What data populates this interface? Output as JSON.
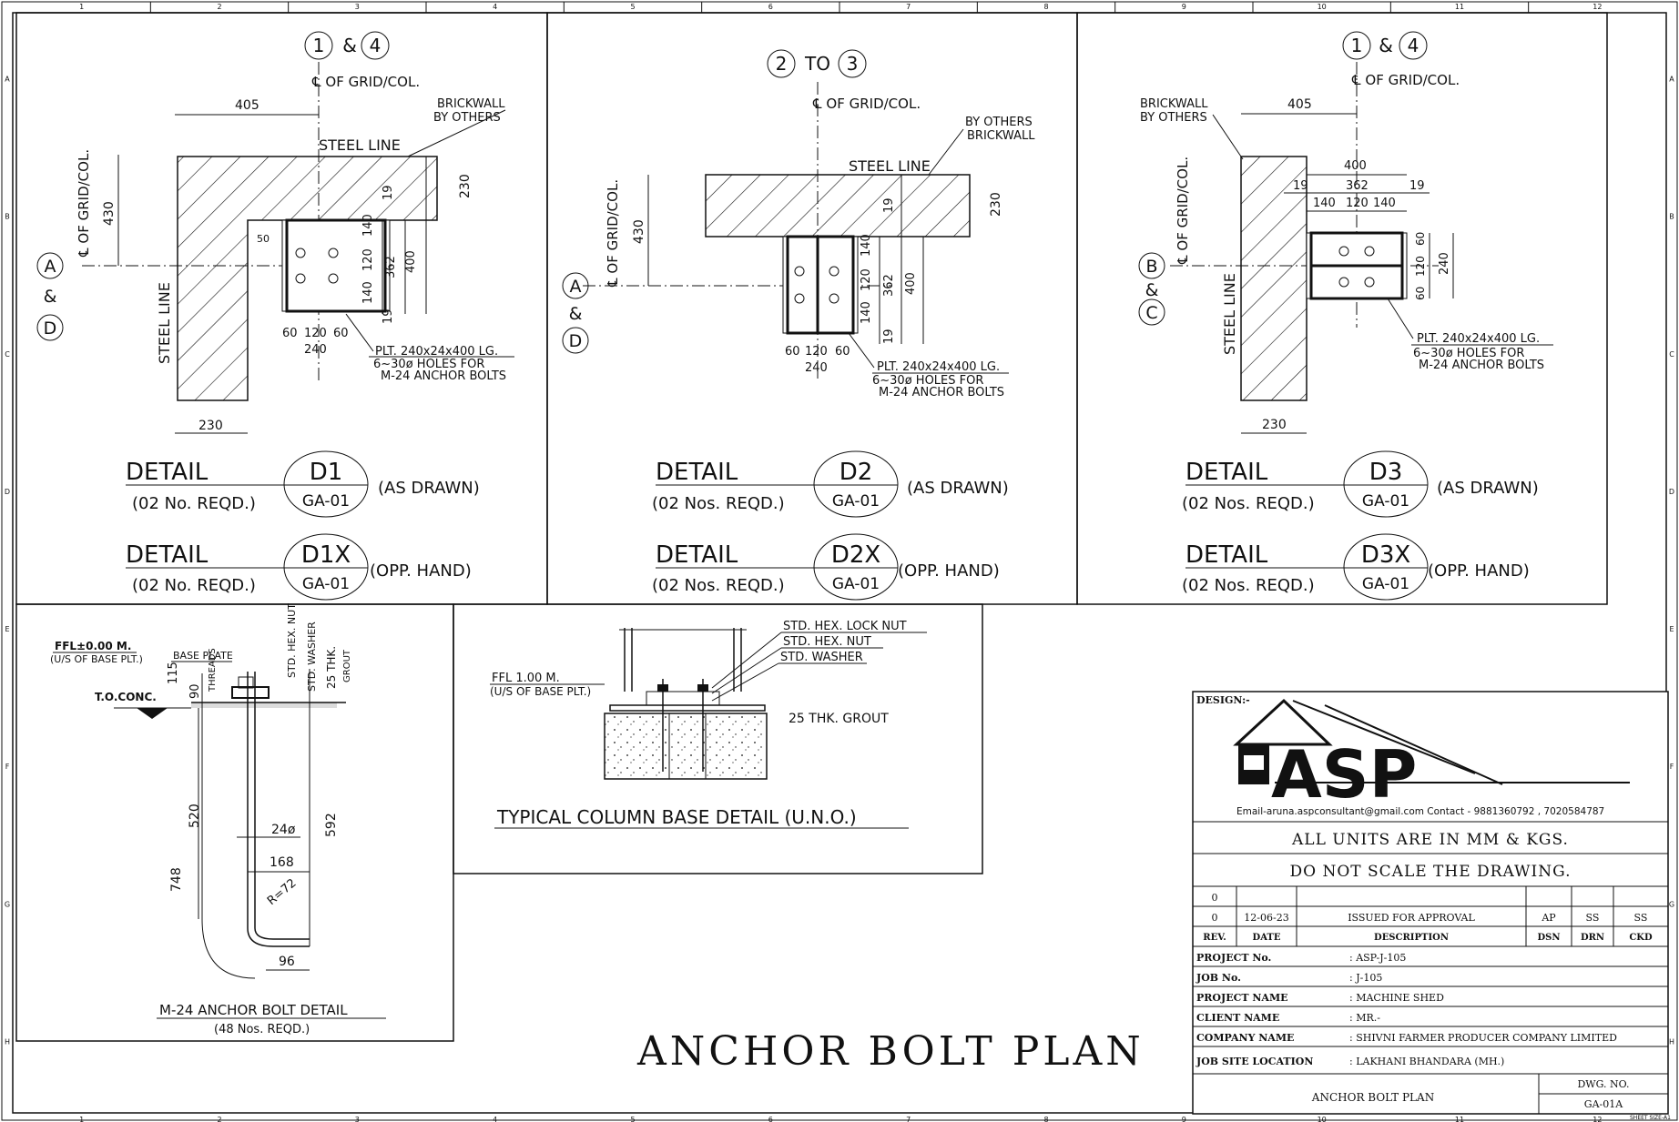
{
  "border": {
    "col_numbers": [
      "1",
      "2",
      "3",
      "4",
      "5",
      "6",
      "7",
      "8",
      "9",
      "10",
      "11",
      "12"
    ],
    "row_letters": [
      "A",
      "B",
      "C",
      "D",
      "E",
      "F",
      "G",
      "H"
    ],
    "sheet_size": "SHEET SIZE-A1"
  },
  "details": [
    {
      "grid_top_a": "1",
      "grid_top_join": "&",
      "grid_top_b": "4",
      "grid_col_label": "℄ OF GRID/COL.",
      "grid_row_label": "℄ OF GRID/COL.",
      "grid_side_a": "A",
      "grid_side_join": "&",
      "grid_side_b": "D",
      "brickwall_1": "BRICKWALL",
      "brickwall_2": "BY OTHERS",
      "steel_line_h": "STEEL LINE",
      "steel_line_v": "STEEL LINE",
      "dims": [
        "405",
        "230",
        "430",
        "19",
        "140",
        "120",
        "140",
        "19",
        "362",
        "400",
        "50",
        "60",
        "120",
        "60",
        "240",
        "230"
      ],
      "plate_1": "PLT. 240x24x400 LG.",
      "plate_2": "6~30ø HOLES FOR",
      "plate_3": "M-24 ANCHOR BOLTS",
      "detail_word": "DETAIL",
      "tag": "D1",
      "ref": "GA-01",
      "qty": "(02 No. REQD.)",
      "note": "(AS DRAWN)",
      "detail_word_x": "DETAIL",
      "tag_x": "D1X",
      "ref_x": "GA-01",
      "qty_x": "(02 No. REQD.)",
      "note_x": "(OPP. HAND)"
    },
    {
      "grid_top_a": "2",
      "grid_top_join": "TO",
      "grid_top_b": "3",
      "grid_col_label": "℄ OF GRID/COL.",
      "grid_row_label": "℄ OF GRID/COL.",
      "grid_side_a": "A",
      "grid_side_join": "&",
      "grid_side_b": "D",
      "brickwall_1": "BY OTHERS",
      "brickwall_2": "BRICKWALL",
      "steel_line_h": "STEEL LINE",
      "dims": [
        "430",
        "230",
        "19",
        "140",
        "120",
        "140",
        "19",
        "362",
        "400",
        "60",
        "120",
        "60",
        "240"
      ],
      "plate_1": "PLT. 240x24x400 LG.",
      "plate_2": "6~30ø HOLES FOR",
      "plate_3": "M-24 ANCHOR BOLTS",
      "detail_word": "DETAIL",
      "tag": "D2",
      "ref": "GA-01",
      "qty": "(02 Nos. REQD.)",
      "note": "(AS DRAWN)",
      "detail_word_x": "DETAIL",
      "tag_x": "D2X",
      "ref_x": "GA-01",
      "qty_x": "(02 Nos. REQD.)",
      "note_x": "(OPP. HAND)"
    },
    {
      "grid_top_a": "1",
      "grid_top_join": "&",
      "grid_top_b": "4",
      "grid_col_label": "℄ OF GRID/COL.",
      "grid_row_label": "℄ OF GRID/COL.",
      "grid_side_a": "B",
      "grid_side_join": "&",
      "grid_side_b": "C",
      "brickwall_1": "BRICKWALL",
      "brickwall_2": "BY OTHERS",
      "steel_line_v": "STEEL LINE",
      "dims": [
        "405",
        "400",
        "19",
        "362",
        "19",
        "140",
        "120",
        "140",
        "60",
        "120",
        "60",
        "240",
        "230"
      ],
      "plate_1": "PLT. 240x24x400 LG.",
      "plate_2": "6~30ø HOLES FOR",
      "plate_3": "M-24 ANCHOR BOLTS",
      "detail_word": "DETAIL",
      "tag": "D3",
      "ref": "GA-01",
      "qty": "(02 Nos. REQD.)",
      "note": "(AS DRAWN)",
      "detail_word_x": "DETAIL",
      "tag_x": "D3X",
      "ref_x": "GA-01",
      "qty_x": "(02 Nos. REQD.)",
      "note_x": "(OPP. HAND)"
    }
  ],
  "anchor_bolt": {
    "ffl": "FFL±0.00 M.",
    "ffl_sub": "(U/S OF BASE PLT.)",
    "base_plate": "BASE PLATE",
    "threads": "THREADS",
    "hex_nut": "STD. HEX. NUT",
    "washer": "STD. WASHER",
    "grout_1": "25 THK.",
    "grout_2": "GROUT",
    "to_conc": "T.O.CONC.",
    "d115": "115",
    "d90": "90",
    "d520": "520",
    "d592": "592",
    "d748": "748",
    "dia": "24ø",
    "d168": "168",
    "radius": "R=72",
    "d96": "96",
    "title": "M-24 ANCHOR BOLT DETAIL",
    "qty": "(48 Nos. REQD.)"
  },
  "column_base": {
    "lock_nut": "STD. HEX. LOCK NUT",
    "hex_nut": "STD. HEX. NUT",
    "washer": "STD. WASHER",
    "ffl": "FFL 1.00 M.",
    "ffl_sub": "(U/S OF BASE PLT.)",
    "grout": "25 THK. GROUT",
    "title": "TYPICAL COLUMN BASE DETAIL (U.N.O.)"
  },
  "plan_title": "ANCHOR BOLT PLAN",
  "title_block": {
    "design_label": "DESIGN:-",
    "logo_text": "ASP",
    "contact": "Email-aruna.aspconsultant@gmail.com   Contact  -  9881360792 , 7020584787",
    "note_units": "ALL UNITS ARE IN MM & KGS.",
    "note_scale": "DO NOT SCALE THE DRAWING.",
    "rev_rows": [
      {
        "rev": "0",
        "date": "",
        "desc": "",
        "dsn": "",
        "drn": "",
        "ckd": ""
      },
      {
        "rev": "0",
        "date": "12-06-23",
        "desc": "ISSUED FOR APPROVAL",
        "dsn": "AP",
        "drn": "SS",
        "ckd": "SS"
      }
    ],
    "rev_header": {
      "rev": "REV.",
      "date": "DATE",
      "desc": "DESCRIPTION",
      "dsn": "DSN",
      "drn": "DRN",
      "ckd": "CKD"
    },
    "info": [
      {
        "label": "PROJECT No.",
        "value": ": ASP-J-105"
      },
      {
        "label": "JOB No.",
        "value": ": J-105"
      },
      {
        "label": "PROJECT NAME",
        "value": ": MACHINE SHED"
      },
      {
        "label": "CLIENT NAME",
        "value": ": MR.-"
      },
      {
        "label": "COMPANY NAME",
        "value": ": SHIVNI FARMER PRODUCER COMPANY LIMITED"
      },
      {
        "label": "JOB SITE LOCATION",
        "value": ":  LAKHANI BHANDARA (MH.)"
      }
    ],
    "drawing_name": "ANCHOR BOLT PLAN",
    "dwg_no_label": "DWG. NO.",
    "dwg_no": "GA-01A"
  }
}
